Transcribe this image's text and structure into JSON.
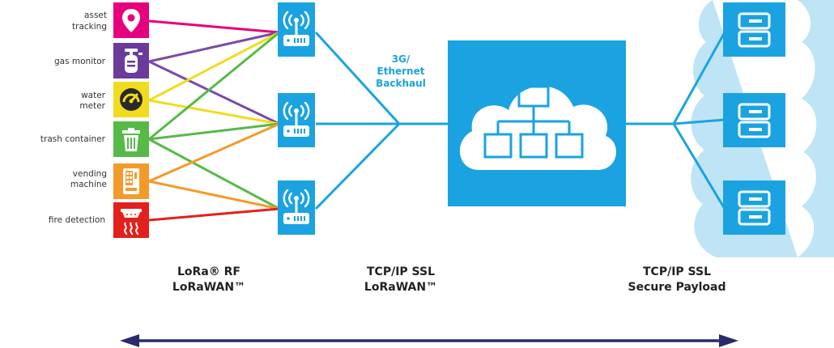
{
  "devices": [
    {
      "id": "asset",
      "label_lines": [
        "asset",
        "tracking"
      ],
      "icon": "map-pin-icon",
      "color": "#e6007e",
      "line_color": "#e6007e"
    },
    {
      "id": "gas",
      "label_lines": [
        "gas monitor"
      ],
      "icon": "gas-cylinder-icon",
      "color": "#6b3a9a",
      "line_color": "#7b4aa8"
    },
    {
      "id": "water",
      "label_lines": [
        "water",
        "meter"
      ],
      "icon": "gauge-icon",
      "color": "#f0dc1f",
      "line_color": "#f0dc1f"
    },
    {
      "id": "trash",
      "label_lines": [
        "trash container"
      ],
      "icon": "trash-can-icon",
      "color": "#57b947",
      "line_color": "#57b947"
    },
    {
      "id": "vending",
      "label_lines": [
        "vending",
        "machine"
      ],
      "icon": "vending-machine-icon",
      "color": "#f39a2b",
      "line_color": "#f39a2b"
    },
    {
      "id": "fire",
      "label_lines": [
        "fire detection"
      ],
      "icon": "smoke-detector-icon",
      "color": "#e3201b",
      "line_color": "#e3201b"
    }
  ],
  "gateway_icon": "gateway-router-icon",
  "server_icon": "server-icon",
  "network_icon": "cloud-network-icon",
  "backhaul_label": [
    "3G/",
    "Ethernet",
    "Backhaul"
  ],
  "layers": [
    {
      "line1": "LoRa® RF",
      "line2": "LoRaWAN™"
    },
    {
      "line1": "TCP/IP SSL",
      "line2": "LoRaWAN™"
    },
    {
      "line1": "TCP/IP SSL",
      "line2": "Secure Payload"
    }
  ],
  "colors": {
    "tile": "#1aa3e0",
    "link": "#1aa3e0",
    "cloud": "#bfe4f6",
    "arrow": "#2b2a6b"
  }
}
